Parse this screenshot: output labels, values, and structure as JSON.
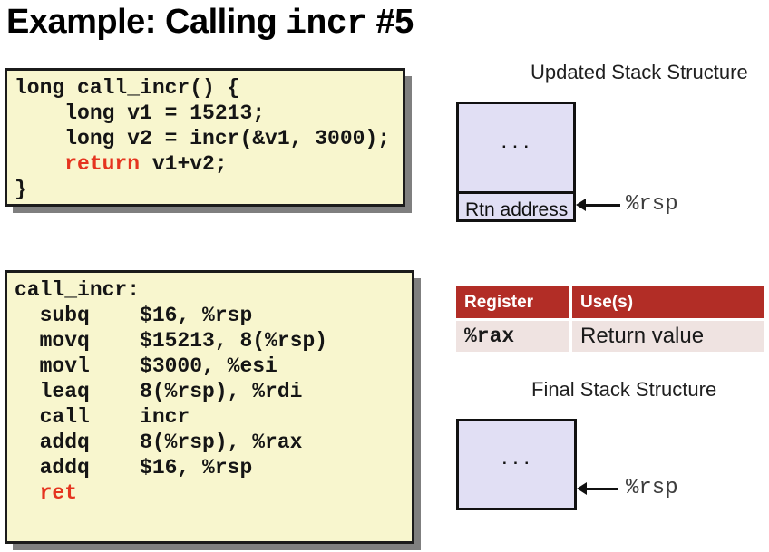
{
  "slide": {
    "title": {
      "prefix": "Example: Calling ",
      "code": "incr",
      "suffix": " #5"
    }
  },
  "c_code": {
    "lines": [
      {
        "segments": [
          {
            "text": "long call_incr() {",
            "color": "default"
          }
        ]
      },
      {
        "segments": [
          {
            "text": "    long v1 = 15213;",
            "color": "default"
          }
        ]
      },
      {
        "segments": [
          {
            "text": "    long v2 = incr(&v1, 3000);",
            "color": "default"
          }
        ]
      },
      {
        "segments": [
          {
            "text": "    ",
            "color": "default"
          },
          {
            "text": "return",
            "color": "red"
          },
          {
            "text": " v1+v2;",
            "color": "default"
          }
        ]
      },
      {
        "segments": [
          {
            "text": "}",
            "color": "default"
          }
        ]
      }
    ]
  },
  "asm_code": {
    "lines": [
      {
        "segments": [
          {
            "text": "call_incr:",
            "color": "default"
          }
        ]
      },
      {
        "segments": [
          {
            "text": "  subq    $16, %rsp",
            "color": "default"
          }
        ]
      },
      {
        "segments": [
          {
            "text": "  movq    $15213, 8(%rsp)",
            "color": "default"
          }
        ]
      },
      {
        "segments": [
          {
            "text": "  movl    $3000, %esi",
            "color": "default"
          }
        ]
      },
      {
        "segments": [
          {
            "text": "  leaq    8(%rsp), %rdi",
            "color": "default"
          }
        ]
      },
      {
        "segments": [
          {
            "text": "  call    incr",
            "color": "default"
          }
        ]
      },
      {
        "segments": [
          {
            "text": "  addq    8(%rsp), %rax",
            "color": "default"
          }
        ]
      },
      {
        "segments": [
          {
            "text": "  addq    $16, %rsp",
            "color": "default"
          }
        ]
      },
      {
        "segments": [
          {
            "text": "  ret",
            "color": "red"
          }
        ]
      }
    ]
  },
  "updated_stack": {
    "heading": "Updated Stack Structure",
    "top_cell": "...",
    "bottom_cell": "Rtn address",
    "pointer_label": "%rsp"
  },
  "final_stack": {
    "heading": "Final Stack Structure",
    "cell": "...",
    "pointer_label": "%rsp"
  },
  "register_table": {
    "headers": [
      "Register",
      "Use(s)"
    ],
    "rows": [
      {
        "register": "%rax",
        "use": "Return value"
      }
    ]
  },
  "colors": {
    "code_box_bg": "#F8F6CE",
    "stack_cell_bg": "#E1DFF4",
    "table_header_bg": "#B22D26",
    "table_row_bg": "#EFE3E1",
    "keyword_red": "#E5341F",
    "shadow_gray": "#7F7F7F"
  }
}
